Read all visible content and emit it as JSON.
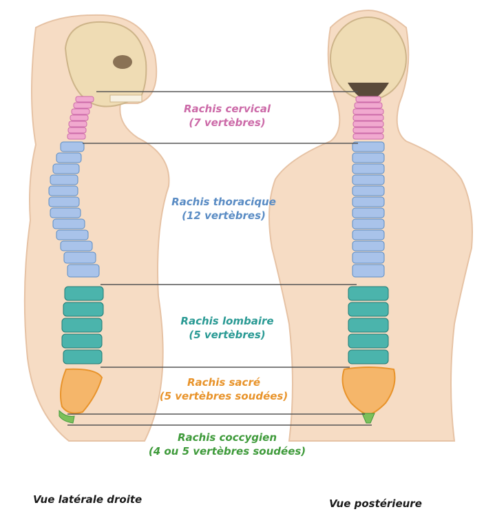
{
  "regions": [
    {
      "key": "cervical",
      "name": "Rachis cervical",
      "count": "(7 vertèbres)",
      "color": "#cc6aa8",
      "bone_color": "#f1a9cf",
      "vertebrae": 7
    },
    {
      "key": "thoracic",
      "name": "Rachis thoracique",
      "count": "(12 vertèbres)",
      "color": "#5a8cc4",
      "bone_color": "#a9c3ea",
      "vertebrae": 12
    },
    {
      "key": "lumbar",
      "name": "Rachis lombaire",
      "count": "(5 vertèbres)",
      "color": "#2a9a94",
      "bone_color": "#4bb4ac",
      "vertebrae": 5
    },
    {
      "key": "sacral",
      "name": "Rachis sacré",
      "count": "(5 vertèbres soudées)",
      "color": "#e8932a",
      "bone_color": "#f5b66a"
    },
    {
      "key": "coccyx",
      "name": "Rachis coccygien",
      "count": "(4 ou 5 vertèbres soudées)",
      "color": "#3e9a3a",
      "bone_color": "#7cc05a"
    }
  ],
  "views": {
    "lateral": "Vue latérale droite",
    "posterior": "Vue postérieure"
  },
  "colors": {
    "skin": "#f6dcc4",
    "skin_outline": "#e6c2a4",
    "skull": "#efdcb4",
    "divider": "#555555"
  }
}
